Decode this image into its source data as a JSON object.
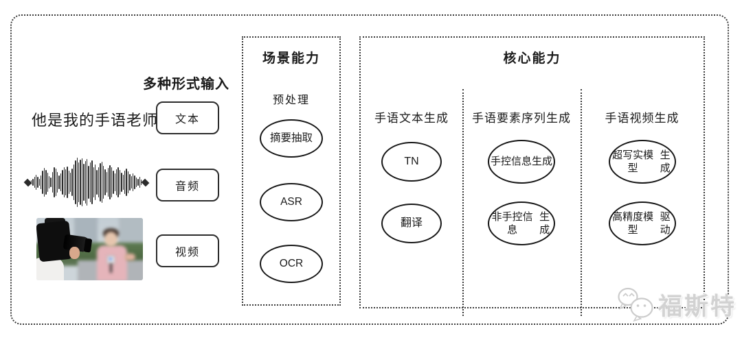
{
  "input_section": {
    "label": "多种形式输入",
    "sentence": "他是我的手语老师",
    "text_item": "文本",
    "audio_item": "音频",
    "video_item": "视频"
  },
  "waveform": {
    "bars": [
      6,
      10,
      16,
      22,
      16,
      10,
      20,
      34,
      42,
      36,
      28,
      18,
      14,
      30,
      44,
      40,
      30,
      20,
      26,
      36,
      44,
      38,
      46,
      34,
      28,
      40,
      52,
      64,
      72,
      58,
      66,
      70,
      54,
      62,
      68,
      48,
      58,
      64,
      44,
      52,
      36,
      44,
      56,
      60,
      48,
      38,
      30,
      42,
      50,
      44,
      34,
      26,
      38,
      44,
      36,
      28,
      22,
      34,
      40,
      32,
      24,
      18,
      26,
      20,
      14,
      10,
      16,
      8
    ]
  },
  "scene_box": {
    "title": "场景能力",
    "subtitle": "预处理",
    "nodes": [
      "摘要抽取",
      "ASR",
      "OCR"
    ]
  },
  "core_box": {
    "title": "核心能力",
    "columns": [
      {
        "header": "手语文本生成",
        "nodes": [
          [
            "TN"
          ],
          [
            "翻译"
          ]
        ]
      },
      {
        "header": "手语要素序列生成",
        "nodes": [
          [
            "手控信息",
            "生成"
          ],
          [
            "非手控信息",
            "生成"
          ]
        ]
      },
      {
        "header": "手语视频生成",
        "nodes": [
          [
            "超写实模型",
            "生成"
          ],
          [
            "高精度模型",
            "驱动"
          ]
        ]
      }
    ]
  },
  "watermark": {
    "text": "福斯特"
  },
  "colors": {
    "ink": "#1a1a1a",
    "border": "#3a3a3a",
    "watermark": "#d2d2d2"
  }
}
